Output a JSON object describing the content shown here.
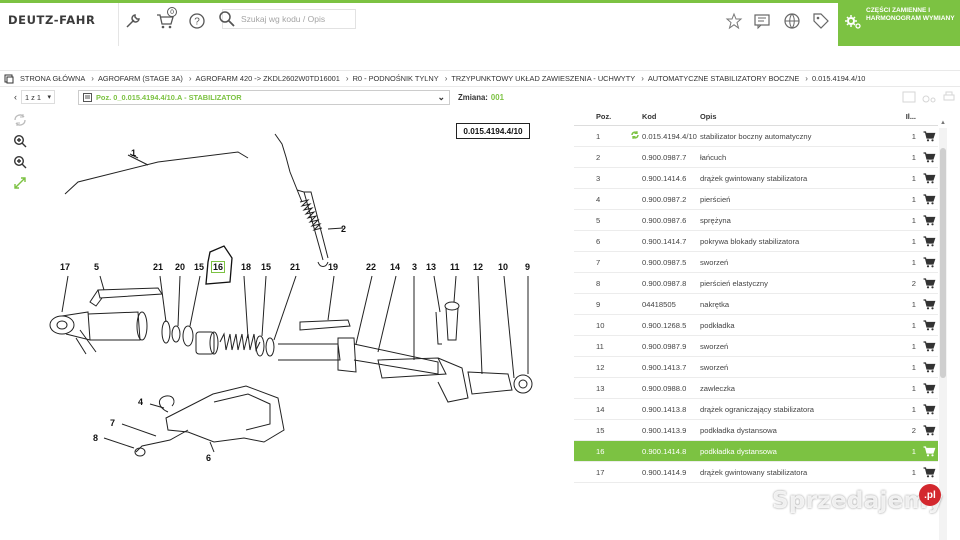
{
  "header": {
    "logo": "DEUTZ-FAHR",
    "cart_count": "0",
    "search_placeholder": "Szukaj wg kodu / Opis",
    "green_menu_label": "CZĘŚCI ZAMIENNE I HARMONOGRAM WYMIANY"
  },
  "breadcrumb": [
    "STRONA GŁÓWNA",
    "AGROFARM (STAGE 3A)",
    "AGROFARM 420 -> ZKDL2602W0TD16001",
    "R0 - PODNOŚNIK TYLNY",
    "TRZYPUNKTOWY UKŁAD ZAWIESZENIA - UCHWYTY",
    "AUTOMATYCZNE STABILIZATORY BOCZNE",
    "0.015.4194.4/10"
  ],
  "toolbar": {
    "pager_label": "1 z 1",
    "position_select": "Poz. 0_0.015.4194.4/10.A - STABILIZATOR",
    "zmiana_label": "Zmiana:",
    "zmiana_value": "001"
  },
  "diagram": {
    "code": "0.015.4194.4/10",
    "callouts": [
      "1",
      "2",
      "3",
      "4",
      "5",
      "6",
      "7",
      "8",
      "9",
      "10",
      "11",
      "12",
      "13",
      "14",
      "15",
      "16",
      "17",
      "18",
      "19",
      "20",
      "21",
      "22"
    ],
    "highlighted": "16"
  },
  "table": {
    "headers": {
      "pos": "Poz.",
      "kod": "Kod",
      "opis": "Opis",
      "il": "Il..."
    },
    "rows": [
      {
        "pos": "1",
        "kod": "0.015.4194.4/10",
        "opis": "stabilizator boczny automatyczny",
        "il": "1"
      },
      {
        "pos": "2",
        "kod": "0.900.0987.7",
        "opis": "łańcuch",
        "il": "1"
      },
      {
        "pos": "3",
        "kod": "0.900.1414.6",
        "opis": "drążek gwintowany stabilizatora",
        "il": "1"
      },
      {
        "pos": "4",
        "kod": "0.900.0987.2",
        "opis": "pierścień",
        "il": "1"
      },
      {
        "pos": "5",
        "kod": "0.900.0987.6",
        "opis": "sprężyna",
        "il": "1"
      },
      {
        "pos": "6",
        "kod": "0.900.1414.7",
        "opis": "pokrywa blokady stabilizatora",
        "il": "1"
      },
      {
        "pos": "7",
        "kod": "0.900.0987.5",
        "opis": "sworzeń",
        "il": "1"
      },
      {
        "pos": "8",
        "kod": "0.900.0987.8",
        "opis": "pierścień elastyczny",
        "il": "2"
      },
      {
        "pos": "9",
        "kod": "04418505",
        "opis": "nakrętka",
        "il": "1"
      },
      {
        "pos": "10",
        "kod": "0.900.1268.5",
        "opis": "podkładka",
        "il": "1"
      },
      {
        "pos": "11",
        "kod": "0.900.0987.9",
        "opis": "sworzeń",
        "il": "1"
      },
      {
        "pos": "12",
        "kod": "0.900.1413.7",
        "opis": "sworzeń",
        "il": "1"
      },
      {
        "pos": "13",
        "kod": "0.900.0988.0",
        "opis": "zawleczka",
        "il": "1"
      },
      {
        "pos": "14",
        "kod": "0.900.1413.8",
        "opis": "drążek ograniczający stabilizatora",
        "il": "1"
      },
      {
        "pos": "15",
        "kod": "0.900.1413.9",
        "opis": "podkładka dystansowa",
        "il": "2"
      },
      {
        "pos": "16",
        "kod": "0.900.1414.8",
        "opis": "podkładka dystansowa",
        "il": "1"
      },
      {
        "pos": "17",
        "kod": "0.900.1414.9",
        "opis": "drążek gwintowany stabilizatora",
        "il": "1"
      }
    ],
    "selected_pos": "16"
  },
  "watermark": {
    "text": "Sprzedajemy",
    "badge": ".pl"
  },
  "colors": {
    "accent": "#7cc242",
    "text": "#333333"
  }
}
